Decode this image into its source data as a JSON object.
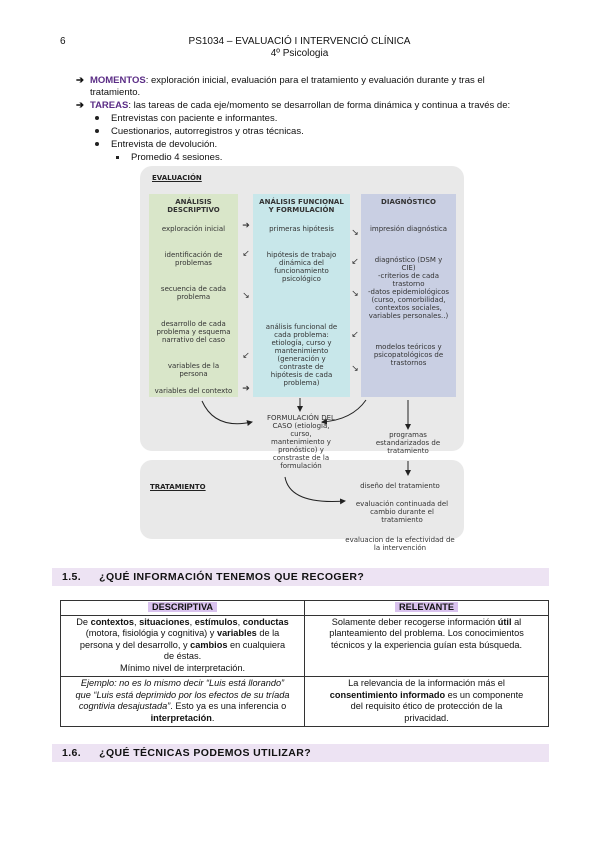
{
  "header": {
    "page_number": "6",
    "title_line1": "PS1034 – EVALUACIÓ I INTERVENCIÓ CLÍNICA",
    "title_line2": "4º Psicologia"
  },
  "bullets": {
    "momentos_label": "MOMENTOS",
    "momentos_text": ": exploración inicial, evaluación para el tratamiento y evaluación durante y tras el",
    "momentos_text2": "tratamiento.",
    "tareas_label": "TAREAS",
    "tareas_text": ": las tareas de cada eje/momento se desarrollan de forma dinámica y continua a través de:",
    "sub1": "Entrevistas con paciente e informantes.",
    "sub2": "Cuestionarios, autorregistros y otras técnicas.",
    "sub3": "Entrevista de devolución.",
    "subsub1": "Promedio 4 sesiones."
  },
  "diagram": {
    "eval_label": "EVALUACIÓN",
    "trat_label": "TRATAMIENTO",
    "col1_h1": "ANÁLISIS",
    "col1_h2": "DESCRIPTIVO",
    "col2_h1": "ANÁLISIS FUNCIONAL",
    "col2_h2": "Y FORMULACIÓN",
    "col3_h1": "DIAGNÓSTICO",
    "c1_a": "exploración inicial",
    "c1_b1": "identificación de",
    "c1_b2": "problemas",
    "c1_c1": "secuencia de cada",
    "c1_c2": "problema",
    "c1_d1": "desarrollo de cada",
    "c1_d2": "problema y esquema",
    "c1_d3": "narrativo del caso",
    "c1_e1": "variables de la",
    "c1_e2": "persona",
    "c1_f": "variables del contexto",
    "c2_a": "primeras hipótesis",
    "c2_b1": "hipótesis de trabajo",
    "c2_b2": "dinámica del",
    "c2_b3": "funcionamiento",
    "c2_b4": "psicológico",
    "c2_c1": "análisis funcional de",
    "c2_c2": "cada problema:",
    "c2_c3": "etiología, curso y",
    "c2_c4": "mantenimiento",
    "c2_c5": "(generación y",
    "c2_c6": "contraste de",
    "c2_c7": "hipótesis de cada",
    "c2_c8": "problema)",
    "c3_a": "impresión diagnóstica",
    "c3_b1": "diagnóstico (DSM y",
    "c3_b2": "CIE)",
    "c3_b3": "-criterios de cada",
    "c3_b4": "trastorno",
    "c3_b5": "-datos epidemiológicos",
    "c3_b6": "(curso, comorbilidad,",
    "c3_b7": "contextos sociales,",
    "c3_b8": "variables personales..)",
    "c3_c1": "modelos teóricos y",
    "c3_c2": "psicopatológicos de",
    "c3_c3": "trastornos",
    "form1": "FORMULACIÓN DEL",
    "form2": "CASO (etiología,",
    "form3": "curso,",
    "form4": "mantenimiento y",
    "form5": "pronóstico) y",
    "form6": "constraste de la",
    "form7": "formulación",
    "prog1": "programas",
    "prog2": "estandarizados de",
    "prog3": "tratamiento",
    "t1": "diseño del tratamiento",
    "t2a": "evaluación continuada del",
    "t2b": "cambio durante el",
    "t2c": "tratamiento",
    "t3a": "evaluacion de la efectividad de",
    "t3b": "la intervención"
  },
  "section15": {
    "number": "1.5.",
    "title": "¿QUÉ INFORMACIÓN TENEMOS QUE RECOGER?"
  },
  "table": {
    "head_left": "DESCRIPTIVA",
    "head_right": "RELEVANTE",
    "r1l_1a": "De ",
    "r1l_1b": "contextos",
    "r1l_1c": ", ",
    "r1l_1d": "situaciones",
    "r1l_1e": ", ",
    "r1l_1f": "estímulos",
    "r1l_1g": ", ",
    "r1l_1h": "conductas",
    "r1l_2a": "(motora, fisiológia y cognitiva) y ",
    "r1l_2b": "variables",
    "r1l_2c": " de la",
    "r1l_3a": "persona y del desarrollo, y ",
    "r1l_3b": "cambios",
    "r1l_3c": " en cualquiera",
    "r1l_4": "de éstas.",
    "r1l_5": "Mínimo nivel de interpretación.",
    "r1r_1a": "Solamente deber recogerse información ",
    "r1r_1b": "útil",
    "r1r_1c": " al",
    "r1r_2": "planteamiento del problema. Los conocimientos",
    "r1r_3": "técnicos y la experiencia guían esta búsqueda.",
    "r2l_1": "Ejemplo: no es lo mismo decir “Luis está llorando”",
    "r2l_2": "que “Luis está deprimido por los efectos de su tríada",
    "r2l_3a": "cogntivia desajustada”",
    "r2l_3b": ". Esto ya es una inferencia o",
    "r2l_4": "interpretación",
    "r2l_4b": ".",
    "r2r_1": "La relevancia de la información más el",
    "r2r_2a": "consentimiento informado",
    "r2r_2b": " es un componente",
    "r2r_3": "del requisito ético de protección de la",
    "r2r_4": "privacidad."
  },
  "section16": {
    "number": "1.6.",
    "title": "¿QUÉ TÉCNICAS PODEMOS UTILIZAR?"
  }
}
